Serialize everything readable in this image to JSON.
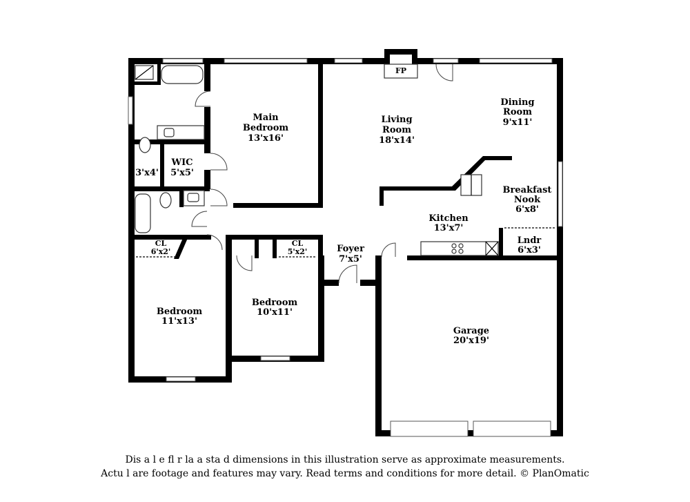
{
  "rooms": {
    "main_bedroom": {
      "name_line1": "Main",
      "name_line2": "Bedroom",
      "dims": "13'x16'"
    },
    "living_room": {
      "name_line1": "Living",
      "name_line2": "Room",
      "dims": "18'x14'"
    },
    "dining_room": {
      "name_line1": "Dining",
      "name_line2": "Room",
      "dims": "9'x11'"
    },
    "wic": {
      "name": "WIC",
      "dims": "5'x5'"
    },
    "closet_small": {
      "dims": "3'x4'"
    },
    "breakfast_nook": {
      "name_line1": "Breakfast",
      "name_line2": "Nook",
      "dims": "6'x8'"
    },
    "kitchen": {
      "name": "Kitchen",
      "dims": "13'x7'"
    },
    "closet_left": {
      "name": "CL",
      "dims": "6'x2'"
    },
    "closet_mid": {
      "name": "CL",
      "dims": "5'x2'"
    },
    "foyer": {
      "name": "Foyer",
      "dims": "7'x5'"
    },
    "laundry": {
      "name": "Lndr",
      "dims": "6'x3'"
    },
    "bedroom_2": {
      "name": "Bedroom",
      "dims": "11'x13'"
    },
    "bedroom_3": {
      "name": "Bedroom",
      "dims": "10'x11'"
    },
    "garage": {
      "name": "Garage",
      "dims": "20'x19'"
    },
    "fireplace": {
      "name": "FP"
    }
  },
  "footer": {
    "line1": "Dis a   l e fl  r  la  a  sta  d dimensions in this illustration serve as approximate measurements.",
    "line2": "Actu  l  are footage and features may vary. Read terms and conditions for more detail. © PlanOmatic"
  }
}
